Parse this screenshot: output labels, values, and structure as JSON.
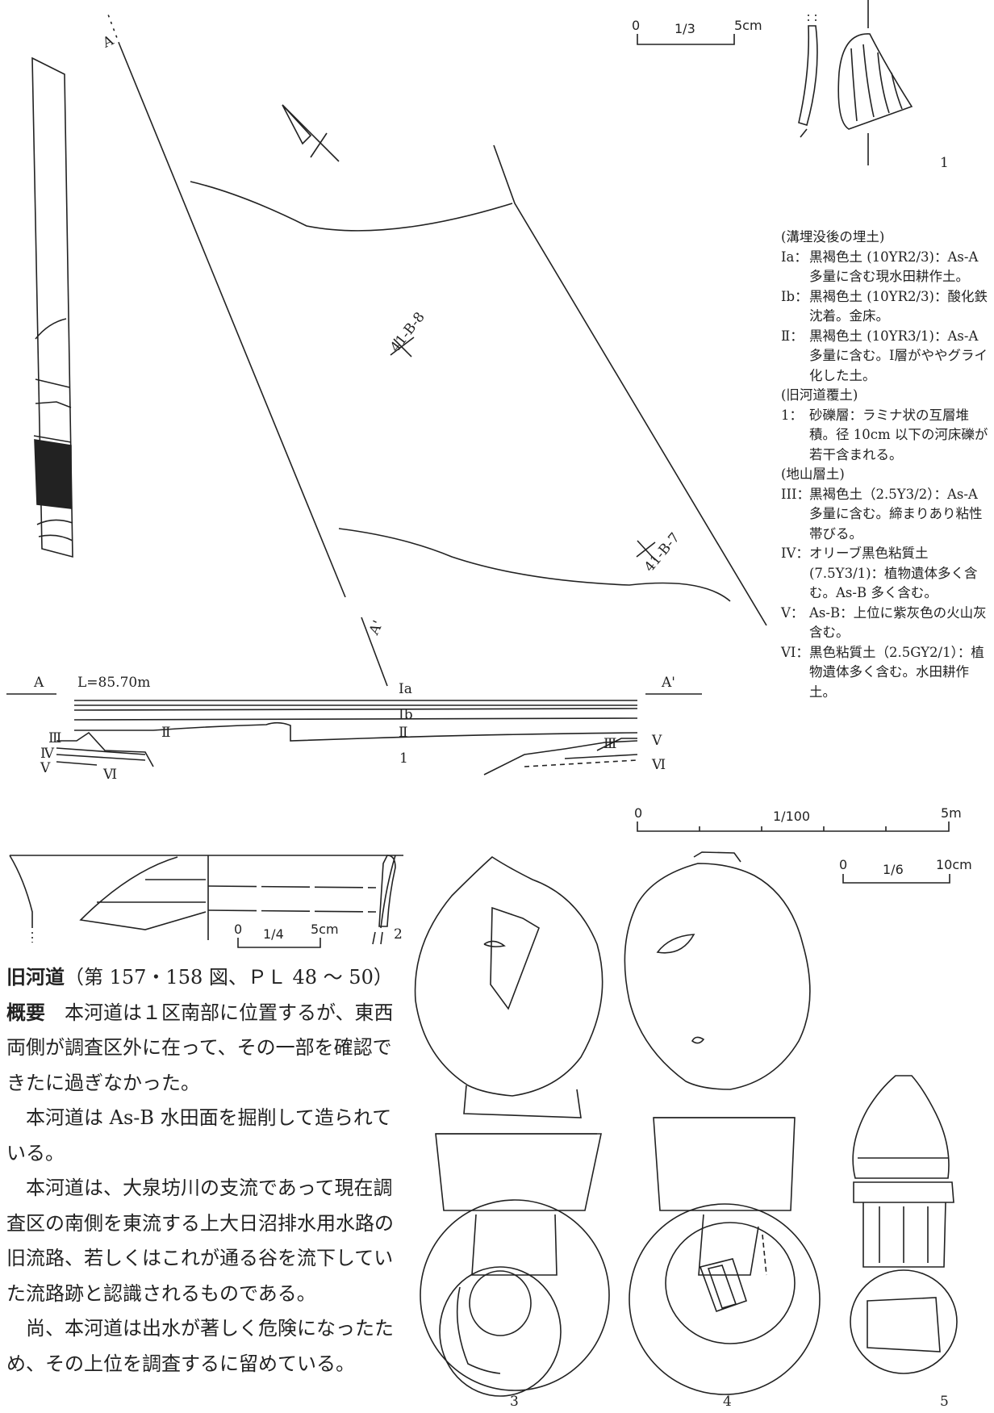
{
  "plan_labels": {
    "grid_1": "41-B-8",
    "grid_2": "41-B-7",
    "point_a": "A",
    "point_a_prime": "A'"
  },
  "scales": {
    "artifact_1": {
      "zero": "0",
      "ratio": "1/3",
      "end": "5cm"
    },
    "artifact_2": {
      "zero": "0",
      "ratio": "1/4",
      "end": "5cm"
    },
    "section": {
      "zero": "0",
      "ratio": "1/100",
      "end": "5m"
    },
    "artifact_3_5": {
      "zero": "0",
      "ratio": "1/6",
      "end": "10cm"
    }
  },
  "artifact_numbers": [
    "1",
    "2",
    "3",
    "4",
    "5"
  ],
  "section": {
    "point_a": "A",
    "point_a_prime": "A'",
    "elevation": "L=85.70m",
    "layer_Ia": "Ⅰa",
    "layer_Ib": "Ⅰb",
    "layer_II_a": "Ⅱ",
    "layer_II_b": "Ⅱ",
    "layer_1": "1",
    "layer_III_left": "Ⅲ",
    "layer_IV_left": "Ⅳ",
    "layer_V_left": "Ⅴ",
    "layer_VI_left": "Ⅵ",
    "layer_III_right": "Ⅲ",
    "layer_V_right": "Ⅴ",
    "layer_VI_right": "Ⅵ"
  },
  "legend": {
    "group1": "(溝埋没後の埋土)",
    "entries1": [
      {
        "code": "Ⅰa：",
        "text": "黒褐色土 (10YR2/3)：As-A 多量に含む現水田耕作土。"
      },
      {
        "code": "Ⅰb：",
        "text": "黒褐色土 (10YR2/3)：酸化鉄沈着。金床。"
      },
      {
        "code": "Ⅱ：",
        "text": "黒褐色土 (10YR3/1)：As-A 多量に含む。Ⅰ層がややグライ化した土。"
      }
    ],
    "group2": "(旧河道覆土)",
    "entries2": [
      {
        "code": "1：",
        "text": "砂礫層：ラミナ状の互層堆積。径 10cm 以下の河床礫が若干含まれる。"
      }
    ],
    "group3": "(地山層土)",
    "entries3": [
      {
        "code": "III：",
        "text": "黒褐色土（2.5Y3/2）：As-A 多量に含む。締まりあり粘性帯びる。"
      },
      {
        "code": "IV：",
        "text": "オリーブ黒色粘質土 (7.5Y3/1)：植物遺体多く含む。As-B 多く含む。"
      },
      {
        "code": "V：",
        "text": "As-B：上位に紫灰色の火山灰含む。"
      },
      {
        "code": "VI：",
        "text": "黒色粘質土（2.5GY2/1）：植物遺体多く含む。水田耕作土。"
      }
    ]
  },
  "body": {
    "heading": "旧河道",
    "heading_ref": "（第 157・158 図、ＰＬ 48 ～ 50）",
    "gaiyou_label": "概要",
    "p1": "本河道は１区南部に位置するが、東西両側が調査区外に在って、その一部を確認できたに過ぎなかった。",
    "p2": "本河道は As-B 水田面を掘削して造られている。",
    "p3": "本河道は、大泉坊川の支流であって現在調査区の南側を東流する上大日沼排水用水路の旧流路、若しくはこれが通る谷を流下していた流路跡と認識されるものである。",
    "p4": "尚、本河道は出水が著しく危険になったため、その上位を調査するに留めている。"
  }
}
